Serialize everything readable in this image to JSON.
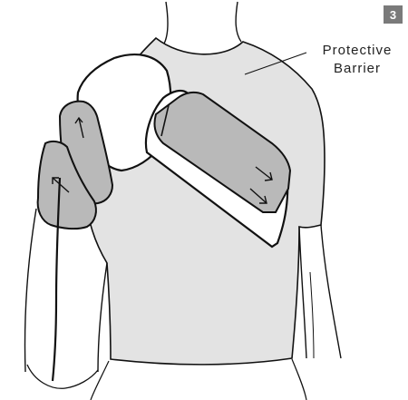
{
  "step_badge": "3",
  "callout": {
    "line1": "Protective",
    "line2": "Barrier"
  },
  "colors": {
    "shirt_fill": "#e3e3e3",
    "pad_fill": "#b9b9b9",
    "barrier_fill": "#ffffff",
    "outline": "#111111",
    "badge": "#7a7a7a"
  },
  "icons": [
    "direction-arrow-icon"
  ]
}
